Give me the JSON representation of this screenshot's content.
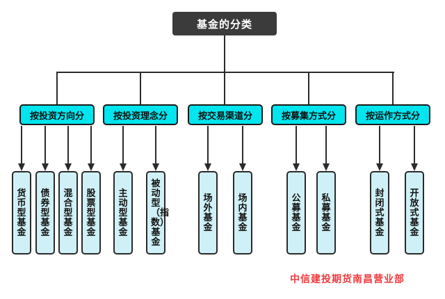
{
  "title": "基金的分类",
  "branches": [
    {
      "label": "按投资方向分",
      "children": [
        "货币型基金",
        "债券型基金",
        "混合型基金",
        "股票型基金"
      ]
    },
    {
      "label": "按投资理念分",
      "children": [
        "主动型基金",
        "被动型（指数）基金"
      ]
    },
    {
      "label": "按交易渠道分",
      "children": [
        "场外基金",
        "场内基金"
      ]
    },
    {
      "label": "按募集方式分",
      "children": [
        "公募基金",
        "私募基金"
      ]
    },
    {
      "label": "按运作方式分",
      "children": [
        "封闭式基金",
        "开放式基金"
      ]
    }
  ],
  "footer": {
    "text": "中信建投期货南昌营业部"
  },
  "colors": {
    "root_bg": "#3b3b3b",
    "root_text": "#ffffff",
    "branch_bg": "#00e5ee",
    "leaf_bg": "#cff0f6",
    "line": "#2b2b2b",
    "footer_text": "#ef3b3e"
  }
}
